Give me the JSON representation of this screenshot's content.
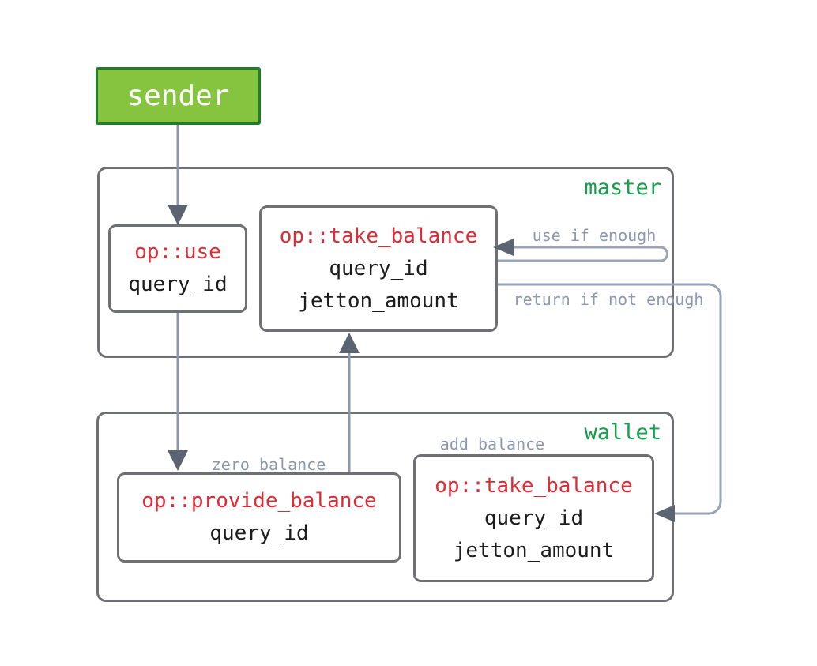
{
  "sender": {
    "label": "sender"
  },
  "master": {
    "label": "master",
    "use_node": {
      "title": "op::use",
      "params": [
        "query_id"
      ]
    },
    "take_node": {
      "title": "op::take_balance",
      "params": [
        "query_id",
        "jetton_amount"
      ]
    }
  },
  "wallet": {
    "label": "wallet",
    "provide_node": {
      "title": "op::provide_balance",
      "params": [
        "query_id"
      ]
    },
    "take_node": {
      "title": "op::take_balance",
      "params": [
        "query_id",
        "jetton_amount"
      ]
    }
  },
  "edges": {
    "use_if_enough": "use if enough",
    "return_if_not_enough": "return if not enough",
    "zero_balance": "zero balance",
    "add_balance": "add balance"
  },
  "colors": {
    "sender_fill": "#86c440",
    "sender_border": "#1e7e2e",
    "sender_text": "#ffffff",
    "node_border": "#6e7076",
    "op_title_red": "#e02b35",
    "param_text": "#1c1c1c",
    "container_label_green": "#16a04b",
    "edge_label_gray": "#8d98ae",
    "arrow_line": "#8e97a9",
    "loop_line": "#9aa3b8",
    "arrow_head": "#5d6471",
    "background": "#ffffff"
  }
}
